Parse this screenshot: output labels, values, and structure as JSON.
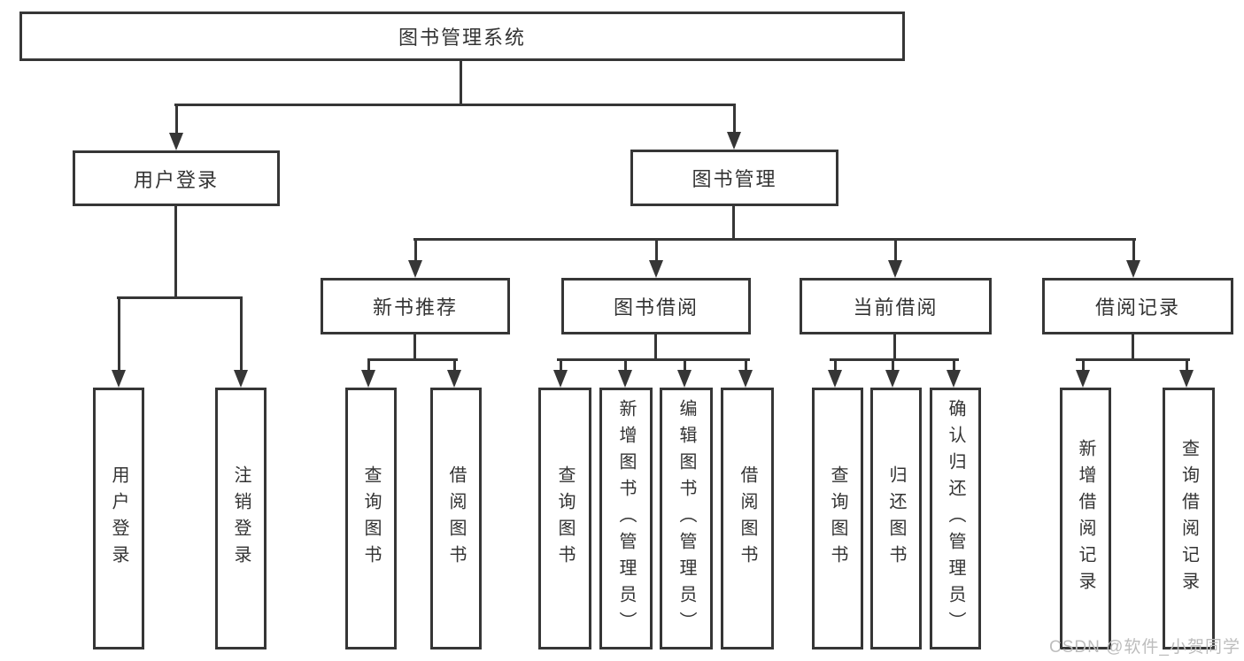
{
  "colors": {
    "line": "#363636",
    "text": "#333333",
    "box_background": "#ffffff",
    "page_background": "#ffffff",
    "watermark": "#bdbdbd"
  },
  "watermark": "CSDN @软件_小贺同学",
  "tree": {
    "label": "图书管理系统",
    "children": [
      {
        "label": "用户登录",
        "children": [
          {
            "label": "用户登录"
          },
          {
            "label": "注销登录"
          }
        ]
      },
      {
        "label": "图书管理",
        "children": [
          {
            "label": "新书推荐",
            "children": [
              {
                "label": "查询图书"
              },
              {
                "label": "借阅图书"
              }
            ]
          },
          {
            "label": "图书借阅",
            "children": [
              {
                "label": "查询图书"
              },
              {
                "label": "新增图书（管理员）"
              },
              {
                "label": "编辑图书（管理员）"
              },
              {
                "label": "借阅图书"
              }
            ]
          },
          {
            "label": "当前借阅",
            "children": [
              {
                "label": "查询图书"
              },
              {
                "label": "归还图书"
              },
              {
                "label": "确认归还（管理员）"
              }
            ]
          },
          {
            "label": "借阅记录",
            "children": [
              {
                "label": "新增借阅记录"
              },
              {
                "label": "查询借阅记录"
              }
            ]
          }
        ]
      }
    ]
  }
}
